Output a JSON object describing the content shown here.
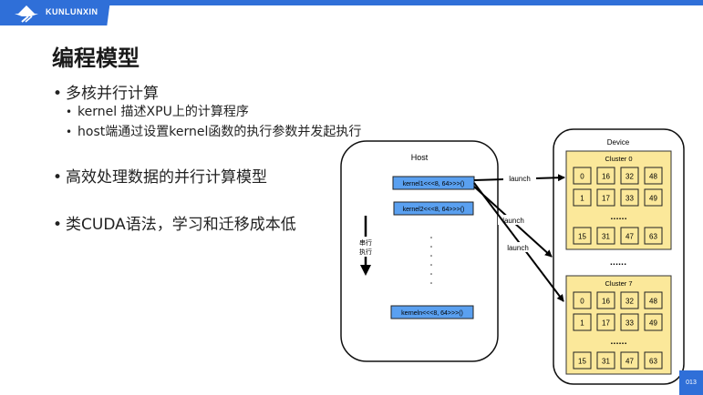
{
  "brand": {
    "name": "KUNLUNXIN",
    "logo_icon": "mountain-logo-icon",
    "color": "#2f6fd8"
  },
  "slide": {
    "title": "编程模型",
    "bullets": [
      {
        "text": "多核并行计算",
        "sub": [
          "kernel 描述XPU上的计算程序",
          "host端通过设置kernel函数的执行参数并发起执行"
        ]
      },
      {
        "text": "高效处理数据的并行计算模型"
      },
      {
        "text": "类CUDA语法，学习和迁移成本低"
      }
    ],
    "bullet_glyph": "•"
  },
  "diagram": {
    "host": {
      "label": "Host",
      "kernels": [
        "kernel1<<<8, 64>>>()",
        "kernel2<<<8, 64>>>()",
        "kerneln<<<8, 64>>>()"
      ],
      "serial_label_line1": "串行",
      "serial_label_line2": "执行",
      "kernel_color": "#5aa0f0"
    },
    "launch_labels": [
      "launch",
      "launch",
      "launch"
    ],
    "device": {
      "label": "Device",
      "ellipsis": "......",
      "cluster_color": "#fbe89a",
      "clusters": [
        {
          "name": "Cluster 0",
          "rows": [
            [
              "0",
              "16",
              "32",
              "48"
            ],
            [
              "1",
              "17",
              "33",
              "49"
            ],
            [
              "15",
              "31",
              "47",
              "63"
            ]
          ],
          "ellipsis": "......"
        },
        {
          "name": "Cluster 7",
          "rows": [
            [
              "0",
              "16",
              "32",
              "48"
            ],
            [
              "1",
              "17",
              "33",
              "49"
            ],
            [
              "15",
              "31",
              "47",
              "63"
            ]
          ],
          "ellipsis": "......"
        }
      ]
    }
  },
  "page_number": "013"
}
